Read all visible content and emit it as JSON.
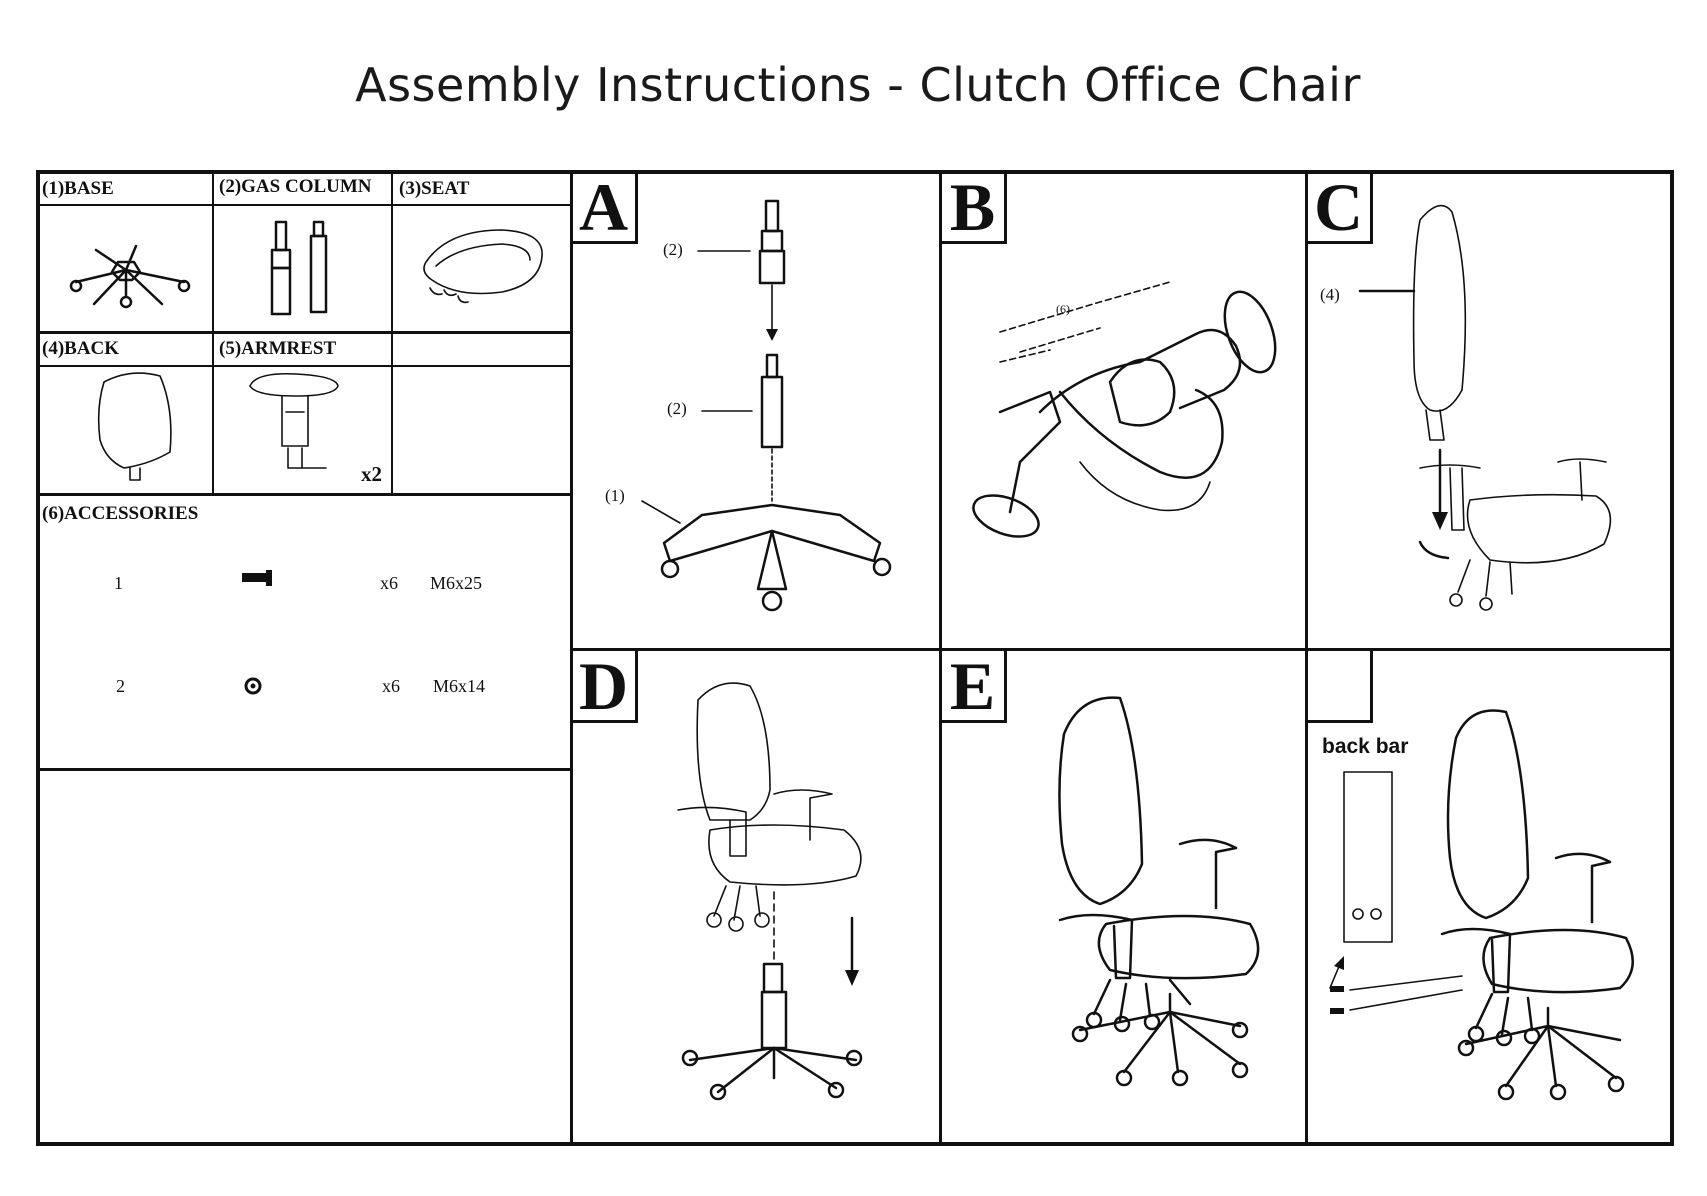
{
  "title": "Assembly Instructions - Clutch Office Chair",
  "parts": {
    "base": "(1)BASE",
    "gas_column": "(2)GAS COLUMN",
    "seat": "(3)SEAT",
    "back": "(4)BACK",
    "armrest": "(5)ARMREST",
    "armrest_qty": "x2",
    "accessories": "(6)ACCESSORIES"
  },
  "accessories": [
    {
      "num": "1",
      "qty": "x6",
      "size": "M6x25",
      "icon": "bolt-icon"
    },
    {
      "num": "2",
      "qty": "x6",
      "size": "M6x14",
      "icon": "washer-icon"
    }
  ],
  "steps": {
    "a": {
      "letter": "A",
      "callouts": [
        "(2)",
        "(2)",
        "(1)"
      ]
    },
    "b": {
      "letter": "B",
      "callouts": [
        "(6)"
      ]
    },
    "c": {
      "letter": "C",
      "callouts": [
        "(4)"
      ]
    },
    "d": {
      "letter": "D"
    },
    "e": {
      "letter": "E"
    },
    "f": {
      "letter": "",
      "label": "back bar"
    }
  }
}
